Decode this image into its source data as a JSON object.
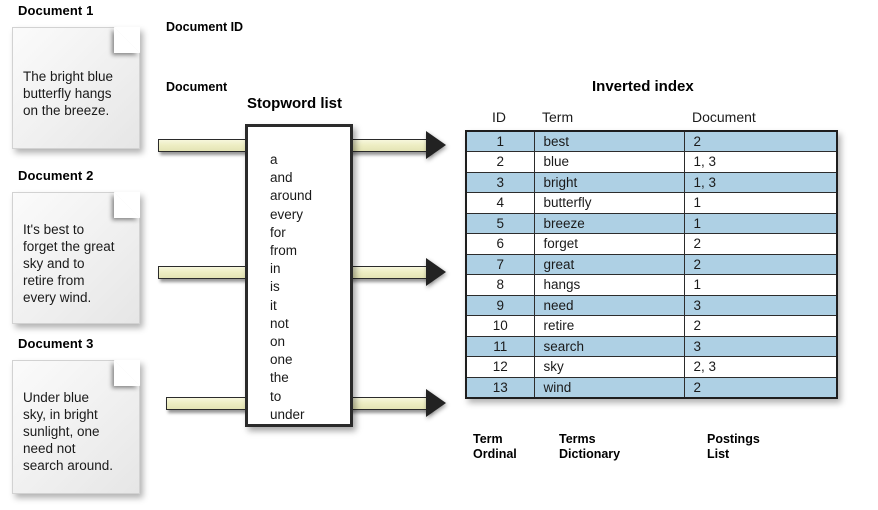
{
  "documents": [
    {
      "title": "Document 1",
      "text": "The bright blue\nbutterfly hangs\non the breeze."
    },
    {
      "title": "Document 2",
      "text": "It's best to\nforget the great\nsky and to\nretire from\nevery wind."
    },
    {
      "title": "Document 3",
      "text": "Under blue\nsky, in bright\nsunlight, one\nneed not\nsearch around."
    }
  ],
  "labels": {
    "document_id": "Document ID",
    "document": "Document"
  },
  "stopword": {
    "title": "Stopword list",
    "words": [
      "a",
      "and",
      "around",
      "every",
      "for",
      "from",
      "in",
      "is",
      "it",
      "not",
      "on",
      "one",
      "the",
      "to",
      "under"
    ]
  },
  "inverted_index": {
    "title": "Inverted index",
    "headers": [
      "ID",
      "Term",
      "Document"
    ],
    "rows": [
      {
        "id": "1",
        "term": "best",
        "document": "2"
      },
      {
        "id": "2",
        "term": "blue",
        "document": "1, 3"
      },
      {
        "id": "3",
        "term": "bright",
        "document": "1, 3"
      },
      {
        "id": "4",
        "term": "butterfly",
        "document": "1"
      },
      {
        "id": "5",
        "term": "breeze",
        "document": "1"
      },
      {
        "id": "6",
        "term": "forget",
        "document": "2"
      },
      {
        "id": "7",
        "term": "great",
        "document": "2"
      },
      {
        "id": "8",
        "term": "hangs",
        "document": "1"
      },
      {
        "id": "9",
        "term": "need",
        "document": "3"
      },
      {
        "id": "10",
        "term": "retire",
        "document": "2"
      },
      {
        "id": "11",
        "term": "search",
        "document": "3"
      },
      {
        "id": "12",
        "term": "sky",
        "document": "2, 3"
      },
      {
        "id": "13",
        "term": "wind",
        "document": "2"
      }
    ],
    "footers": [
      "Term\nOrdinal",
      "Terms\nDictionary",
      "Postings\nList"
    ]
  },
  "colors": {
    "row_highlight": "#aed0e4",
    "arrow_fill": "#eeeec4",
    "arrow_outline": "#2b2b2b",
    "background": "#ffffff"
  }
}
